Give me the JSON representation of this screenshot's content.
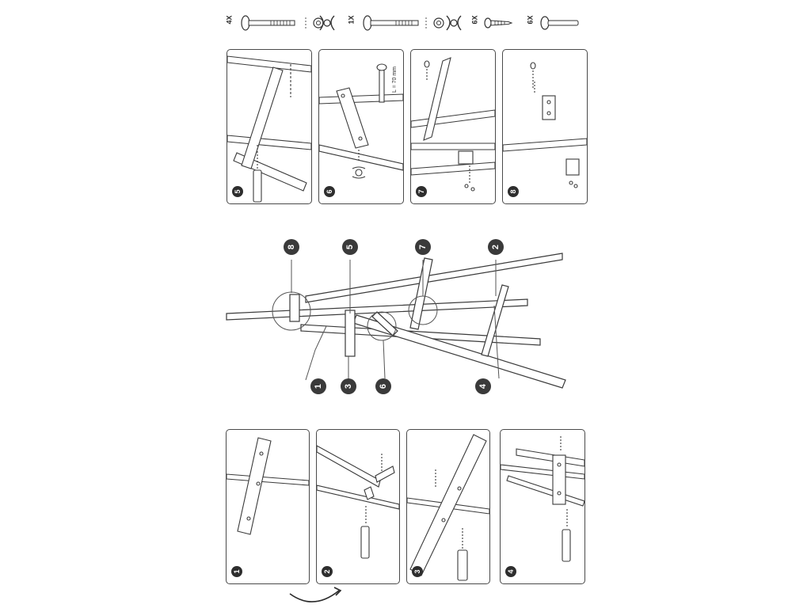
{
  "parts_list": [
    {
      "quantity": "4X",
      "icon": "carriage-bolt-long-icon"
    },
    {
      "quantity": "1X",
      "icon": "carriage-bolt-long-icon"
    },
    {
      "quantity": "6X",
      "icon": "wood-screw-icon"
    },
    {
      "quantity": "6X",
      "icon": "short-bolt-icon"
    }
  ],
  "top_steps": [
    {
      "number": "5"
    },
    {
      "number": "6",
      "note": "L = 70 mm"
    },
    {
      "number": "7"
    },
    {
      "number": "8"
    }
  ],
  "overview": {
    "callouts": [
      "8",
      "5",
      "7",
      "2",
      "1",
      "3",
      "6",
      "4"
    ]
  },
  "bottom_steps": [
    {
      "number": "1"
    },
    {
      "number": "2"
    },
    {
      "number": "3"
    },
    {
      "number": "4"
    }
  ],
  "colors": {
    "line": "#3a3a3a",
    "badge": "#2e2e2e",
    "background": "#ffffff"
  }
}
